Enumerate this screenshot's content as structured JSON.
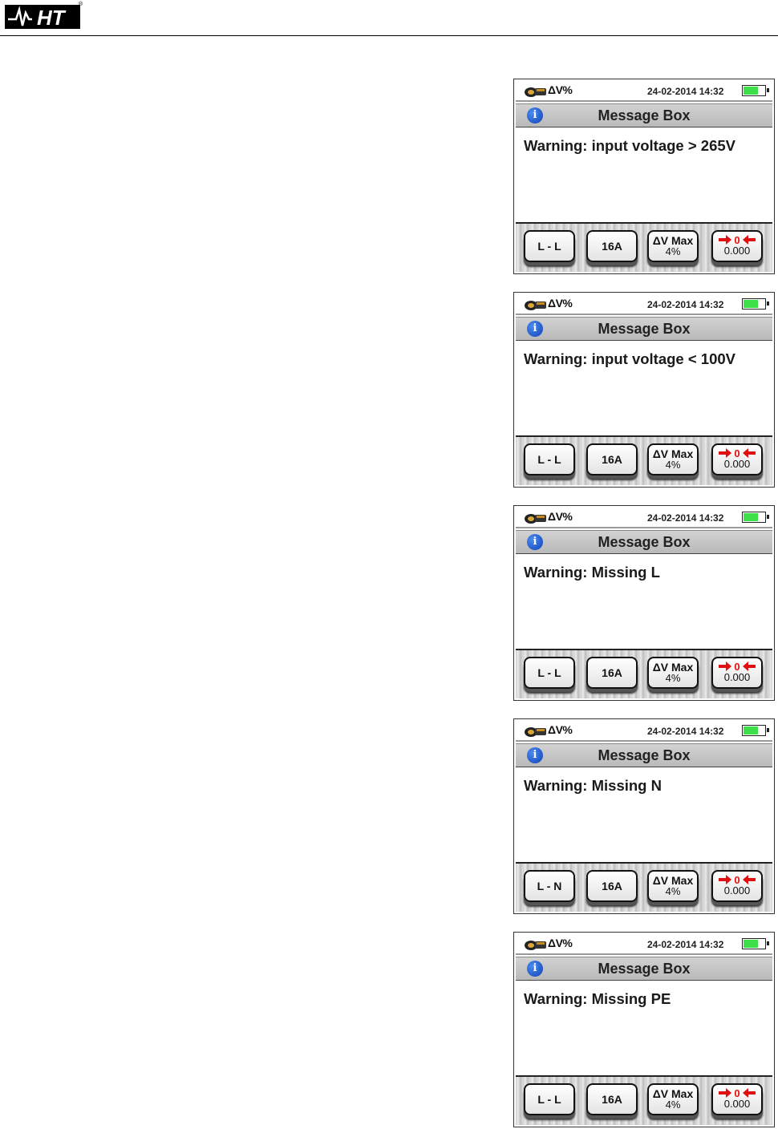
{
  "header": {
    "logo_text": "HT",
    "registered_mark": "®"
  },
  "screens": [
    {
      "mode": "ΔV%",
      "datetime": "24-02-2014 14:32",
      "title": "Message Box",
      "message": "Warning: input voltage > 265V",
      "softkeys": {
        "system": "L - L",
        "current": "16A",
        "dv_max_label": "ΔV Max",
        "dv_max_value": "4%",
        "zero_value": "0.000"
      }
    },
    {
      "mode": "ΔV%",
      "datetime": "24-02-2014 14:32",
      "title": "Message Box",
      "message": "Warning: input voltage < 100V",
      "softkeys": {
        "system": "L - L",
        "current": "16A",
        "dv_max_label": "ΔV Max",
        "dv_max_value": "4%",
        "zero_value": "0.000"
      }
    },
    {
      "mode": "ΔV%",
      "datetime": "24-02-2014 14:32",
      "title": "Message Box",
      "message": "Warning: Missing L",
      "softkeys": {
        "system": "L - L",
        "current": "16A",
        "dv_max_label": "ΔV Max",
        "dv_max_value": "4%",
        "zero_value": "0.000"
      }
    },
    {
      "mode": "ΔV%",
      "datetime": "24-02-2014 14:32",
      "title": "Message Box",
      "message": "Warning: Missing N",
      "softkeys": {
        "system": "L - N",
        "current": "16A",
        "dv_max_label": "ΔV Max",
        "dv_max_value": "4%",
        "zero_value": "0.000"
      }
    },
    {
      "mode": "ΔV%",
      "datetime": "24-02-2014 14:32",
      "title": "Message Box",
      "message": "Warning: Missing PE",
      "softkeys": {
        "system": "L - L",
        "current": "16A",
        "dv_max_label": "ΔV Max",
        "dv_max_value": "4%",
        "zero_value": "0.000"
      }
    }
  ],
  "battery_level": 0.7,
  "colors": {
    "battery_fill": "#3ee04a",
    "info_icon": "#1a4fc8",
    "zero_arrow": "#e01010"
  },
  "icons": {
    "meter": "probe-icon",
    "info": "info-icon",
    "zero": "zero-arrows-icon"
  }
}
